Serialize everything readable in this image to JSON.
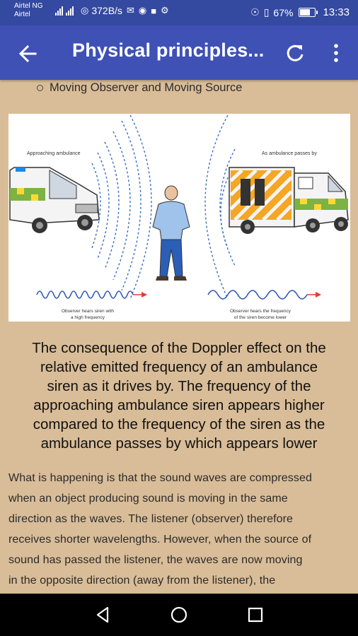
{
  "status_bar": {
    "carrier_1": "Airtel NG",
    "carrier_2": "Airtel",
    "net_speed": "372B/s",
    "battery_pct": "67%",
    "time": "13:33",
    "icons": [
      "signal-icon",
      "wifi-icon",
      "mail-icon",
      "eye-icon",
      "vibrate-icon",
      "battery-icon"
    ]
  },
  "app_bar": {
    "title": "Physical principles...",
    "icons": [
      "back-arrow-icon",
      "refresh-icon",
      "overflow-menu-icon"
    ],
    "color": "#3f51b5"
  },
  "content": {
    "bullet": "Moving Observer and Moving Source",
    "figure": {
      "left_label": "Approaching ambulance",
      "right_label": "As ambulance passes by",
      "left_caption": [
        "Observer hears siren with",
        "a high frequency"
      ],
      "right_caption": [
        "Observer hears the frequency",
        "of the siren become lower"
      ]
    },
    "caption_lines": [
      "The consequence of the Doppler effect on the",
      "relative emitted frequency of an ambulance",
      "siren as it drives by. The frequency of the",
      "approaching ambulance siren appears higher",
      "compared to the frequency of the siren as the",
      "ambulance passes by which appears lower"
    ],
    "body_lines": [
      "What is happening is that the sound waves are compressed",
      "when an object producing sound is moving in the same",
      "direction as the waves. The listener (observer) therefore",
      "receives shorter wavelengths. However, when the source of",
      "sound has passed the listener, the waves are now moving",
      "in the opposite direction (away from the listener), the"
    ],
    "background": "#d9bd98"
  },
  "nav_bar": {
    "icons": [
      "nav-back-icon",
      "nav-home-icon",
      "nav-recents-icon"
    ]
  }
}
